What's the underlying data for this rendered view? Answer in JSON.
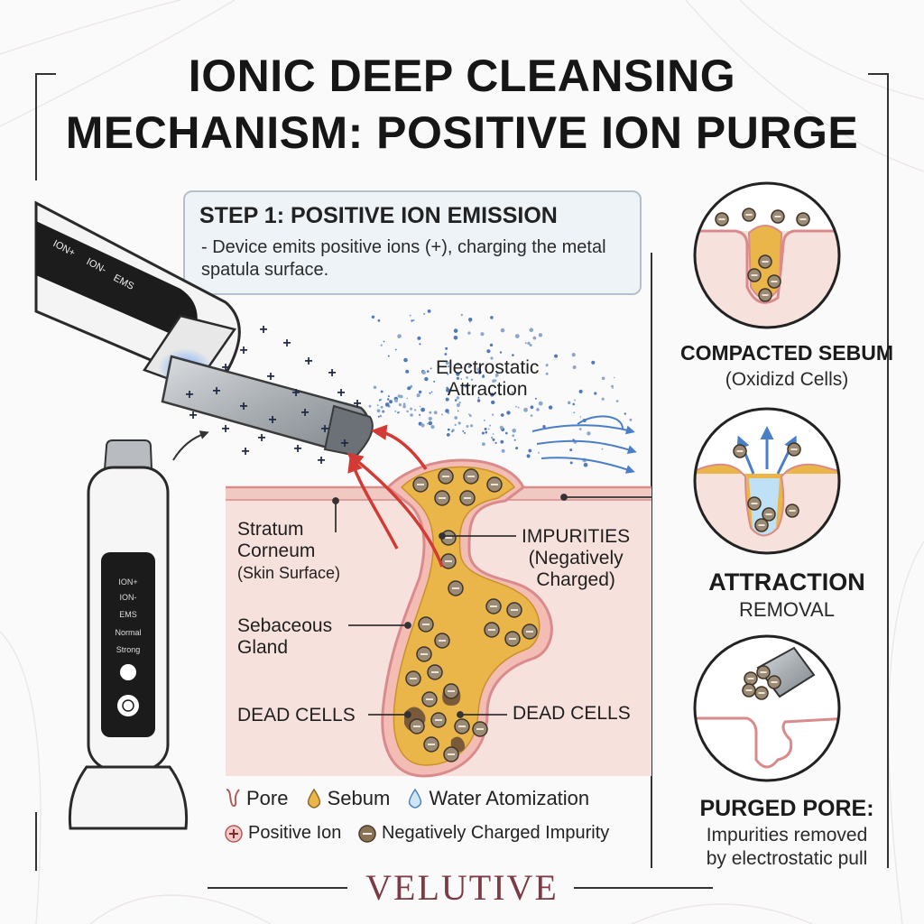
{
  "title": {
    "line1": "IONIC DEEP CLEANSING",
    "line2": "MECHANISM: POSITIVE ION PURGE"
  },
  "step": {
    "title": "STEP 1: POSITIVE ION EMISSION",
    "description": "- Device emits positive ions (+), charging the metal spatula surface."
  },
  "device": {
    "handheld_buttons": [
      "ION+",
      "ION-",
      "EMS"
    ],
    "upright_panel": [
      "ION+",
      "ION-",
      "EMS",
      "Normal",
      "Strong"
    ]
  },
  "labels": {
    "electrostatic": [
      "Electrostatic",
      "Attraction"
    ],
    "stratum": [
      "Stratum",
      "Corneum"
    ],
    "skin_surface": "(Skin Surface)",
    "impurities": [
      "IMPURITIES",
      "(Negatively",
      "Charged)"
    ],
    "sebaceous": [
      "Sebaceous",
      "Gland"
    ],
    "dead_cells_left": "DEAD CELLS",
    "dead_cells_right": "DEAD CELLS"
  },
  "legend": {
    "pore": "Pore",
    "sebum": "Sebum",
    "water": "Water  Atomization",
    "positive_ion": "Positive Ion",
    "negative_impurity": "Negatively Charged Impurity"
  },
  "side_panels": [
    {
      "title": "COMPACTED SEBUM",
      "subtitle": "(Oxidizd Cells)"
    },
    {
      "title": "ATTRACTION",
      "subtitle": "REMOVAL"
    },
    {
      "title": "PURGED PORE:",
      "subtitle_lines": [
        "Impurities removed",
        "by electrostatic pull"
      ]
    }
  ],
  "brand": "VELUTIVE",
  "colors": {
    "skin": "#f7e1dd",
    "skin_edge": "#d98b8b",
    "sebum": "#eab64a",
    "ion_blue": "#3a6fe0",
    "arrow_red": "#d43a34",
    "brand": "#7b3a44"
  }
}
